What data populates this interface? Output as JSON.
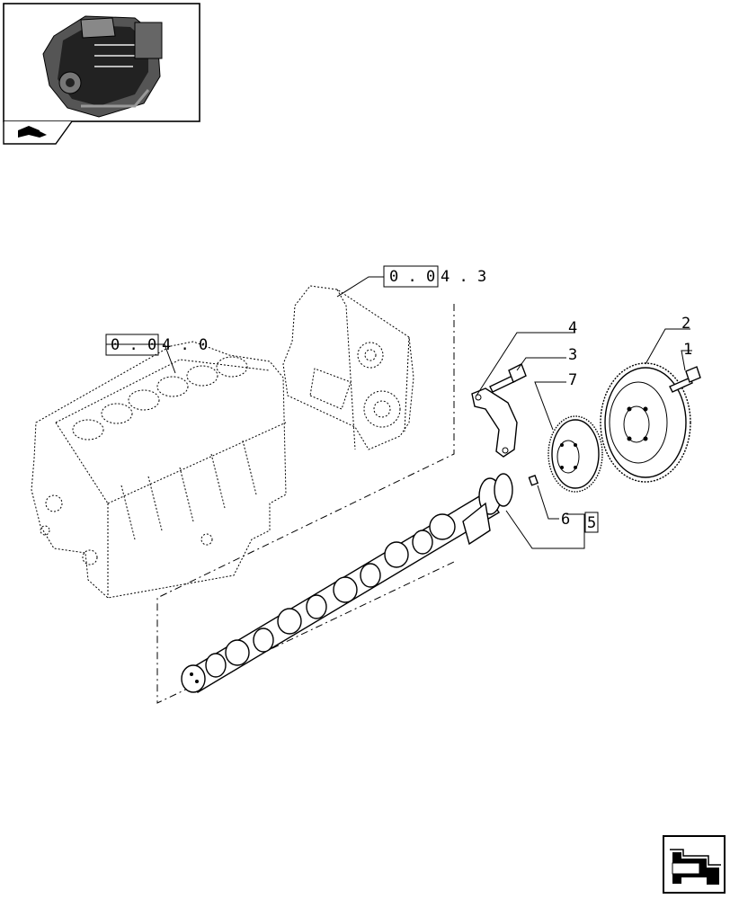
{
  "thumbnail": {
    "icon": "engine-thumbnail"
  },
  "nav": {
    "book_icon": "open-book-icon",
    "arrow_icon": "next-page-arrow-icon"
  },
  "references": [
    {
      "text_boxed": "0 . 0",
      "text_rest": "4 . 3"
    },
    {
      "text_boxed": "0 . 0",
      "text_rest": "4 . 0"
    }
  ],
  "callouts": [
    "1",
    "2",
    "3",
    "4",
    "7",
    "6"
  ],
  "kit_ref": "5"
}
